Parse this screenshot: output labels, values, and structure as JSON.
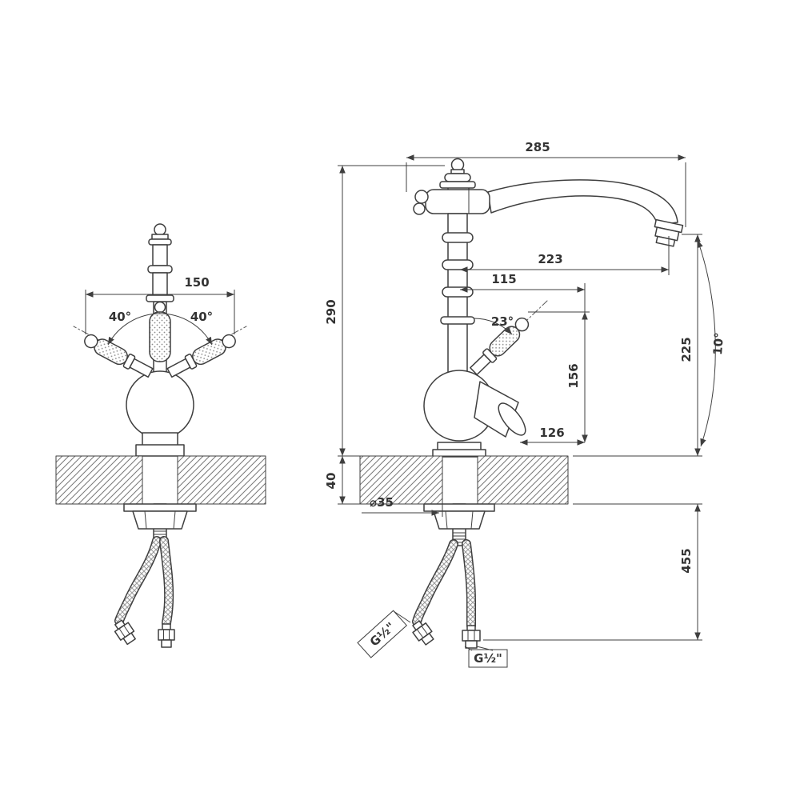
{
  "drawing": {
    "line_color": "#3f3f3f",
    "front_view": {
      "dim_width": "150",
      "angle_left": "40°",
      "angle_right": "40°"
    },
    "side_view": {
      "dim_spout_reach_top": "285",
      "dim_outlet_reach": "223",
      "dim_handle_reach": "115",
      "handle_angle": "23°",
      "dim_height_above_deck": "290",
      "dim_outlet_height": "225",
      "outlet_angle": "10°",
      "dim_handle_height": "156",
      "dim_body_reach": "126",
      "dim_deck_thickness": "40",
      "dim_hole_diameter": "⌀35",
      "dim_hose_drop": "455",
      "thread_left": "G½\"",
      "thread_right": "G½\""
    }
  }
}
